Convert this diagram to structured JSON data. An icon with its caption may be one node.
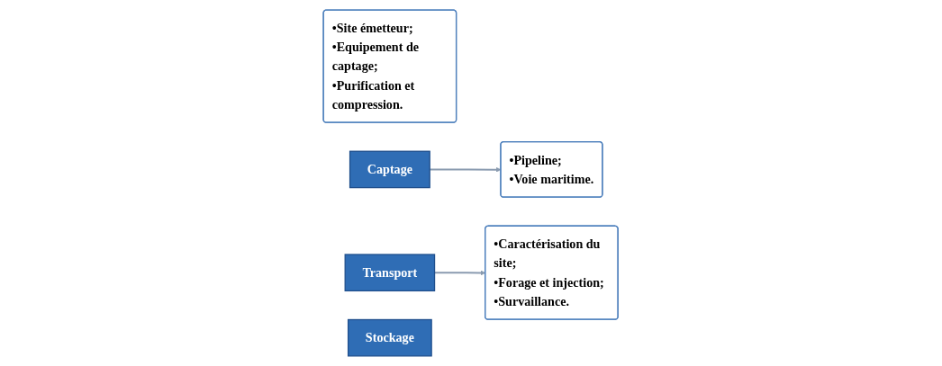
{
  "diagram": {
    "nodes": [
      {
        "text": [
          "•Site émetteur;",
          "•Equipement de captage;",
          "•Purification et compression."
        ]
      },
      {
        "text": [
          "Captage"
        ]
      },
      {
        "text": [
          "Transport"
        ]
      },
      {
        "text": [
          "•Pipeline;",
          "•Voie maritime."
        ]
      },
      {
        "text": [
          "•Caractérisation du site;",
          "•Forage et injection;",
          "•Survaillance."
        ]
      },
      {
        "text": [
          "Stockage"
        ]
      }
    ],
    "edges": [
      {
        "from": 1,
        "to": 3,
        "arrow": "to"
      },
      {
        "from": 2,
        "to": 4,
        "arrow": "to"
      }
    ]
  }
}
